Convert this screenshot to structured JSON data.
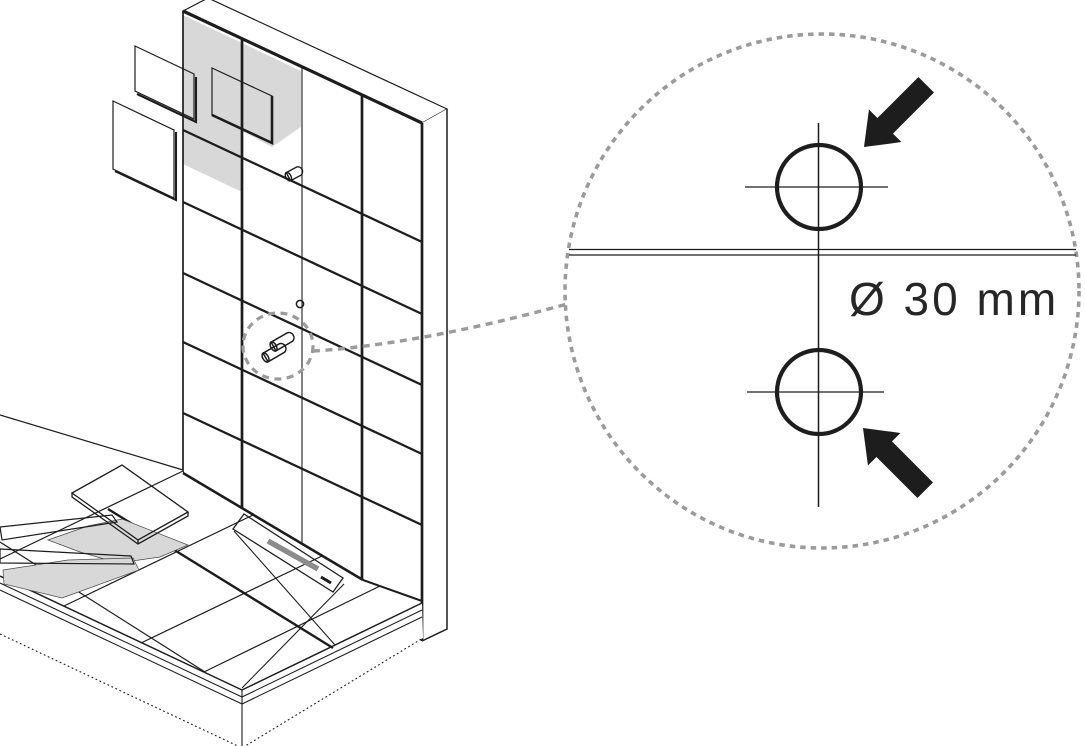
{
  "figure": {
    "kind": "installation-instruction-diagram",
    "detail_view": {
      "dimension_label": "Ø 30 mm",
      "hole_count": 2
    },
    "colors": {
      "line": "#1d1d1d",
      "callout_gray": "#9b9b9b",
      "adhesive_fill_gray": "#d8d8d8",
      "drain_grate_gray": "#8c8c8c",
      "background": "#ffffff"
    }
  }
}
